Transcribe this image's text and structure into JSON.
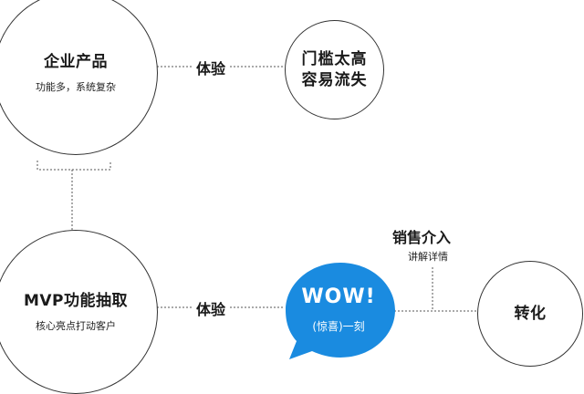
{
  "nodes": {
    "enterprise": {
      "title": "企业产品",
      "subtitle": "功能多，系统复杂"
    },
    "threshold": {
      "line1": "门槛太高",
      "line2": "容易流失"
    },
    "mvp": {
      "title": "MVP功能抽取",
      "subtitle": "核心亮点打动客户"
    },
    "conversion": {
      "title": "转化"
    }
  },
  "edges": {
    "top_experience": "体验",
    "bottom_experience": "体验",
    "sales_title": "销售介入",
    "sales_subtitle": "讲解详情"
  },
  "bubble": {
    "wow": "WOW!",
    "caption": "(惊喜)一刻",
    "color": "#1a8be0"
  }
}
